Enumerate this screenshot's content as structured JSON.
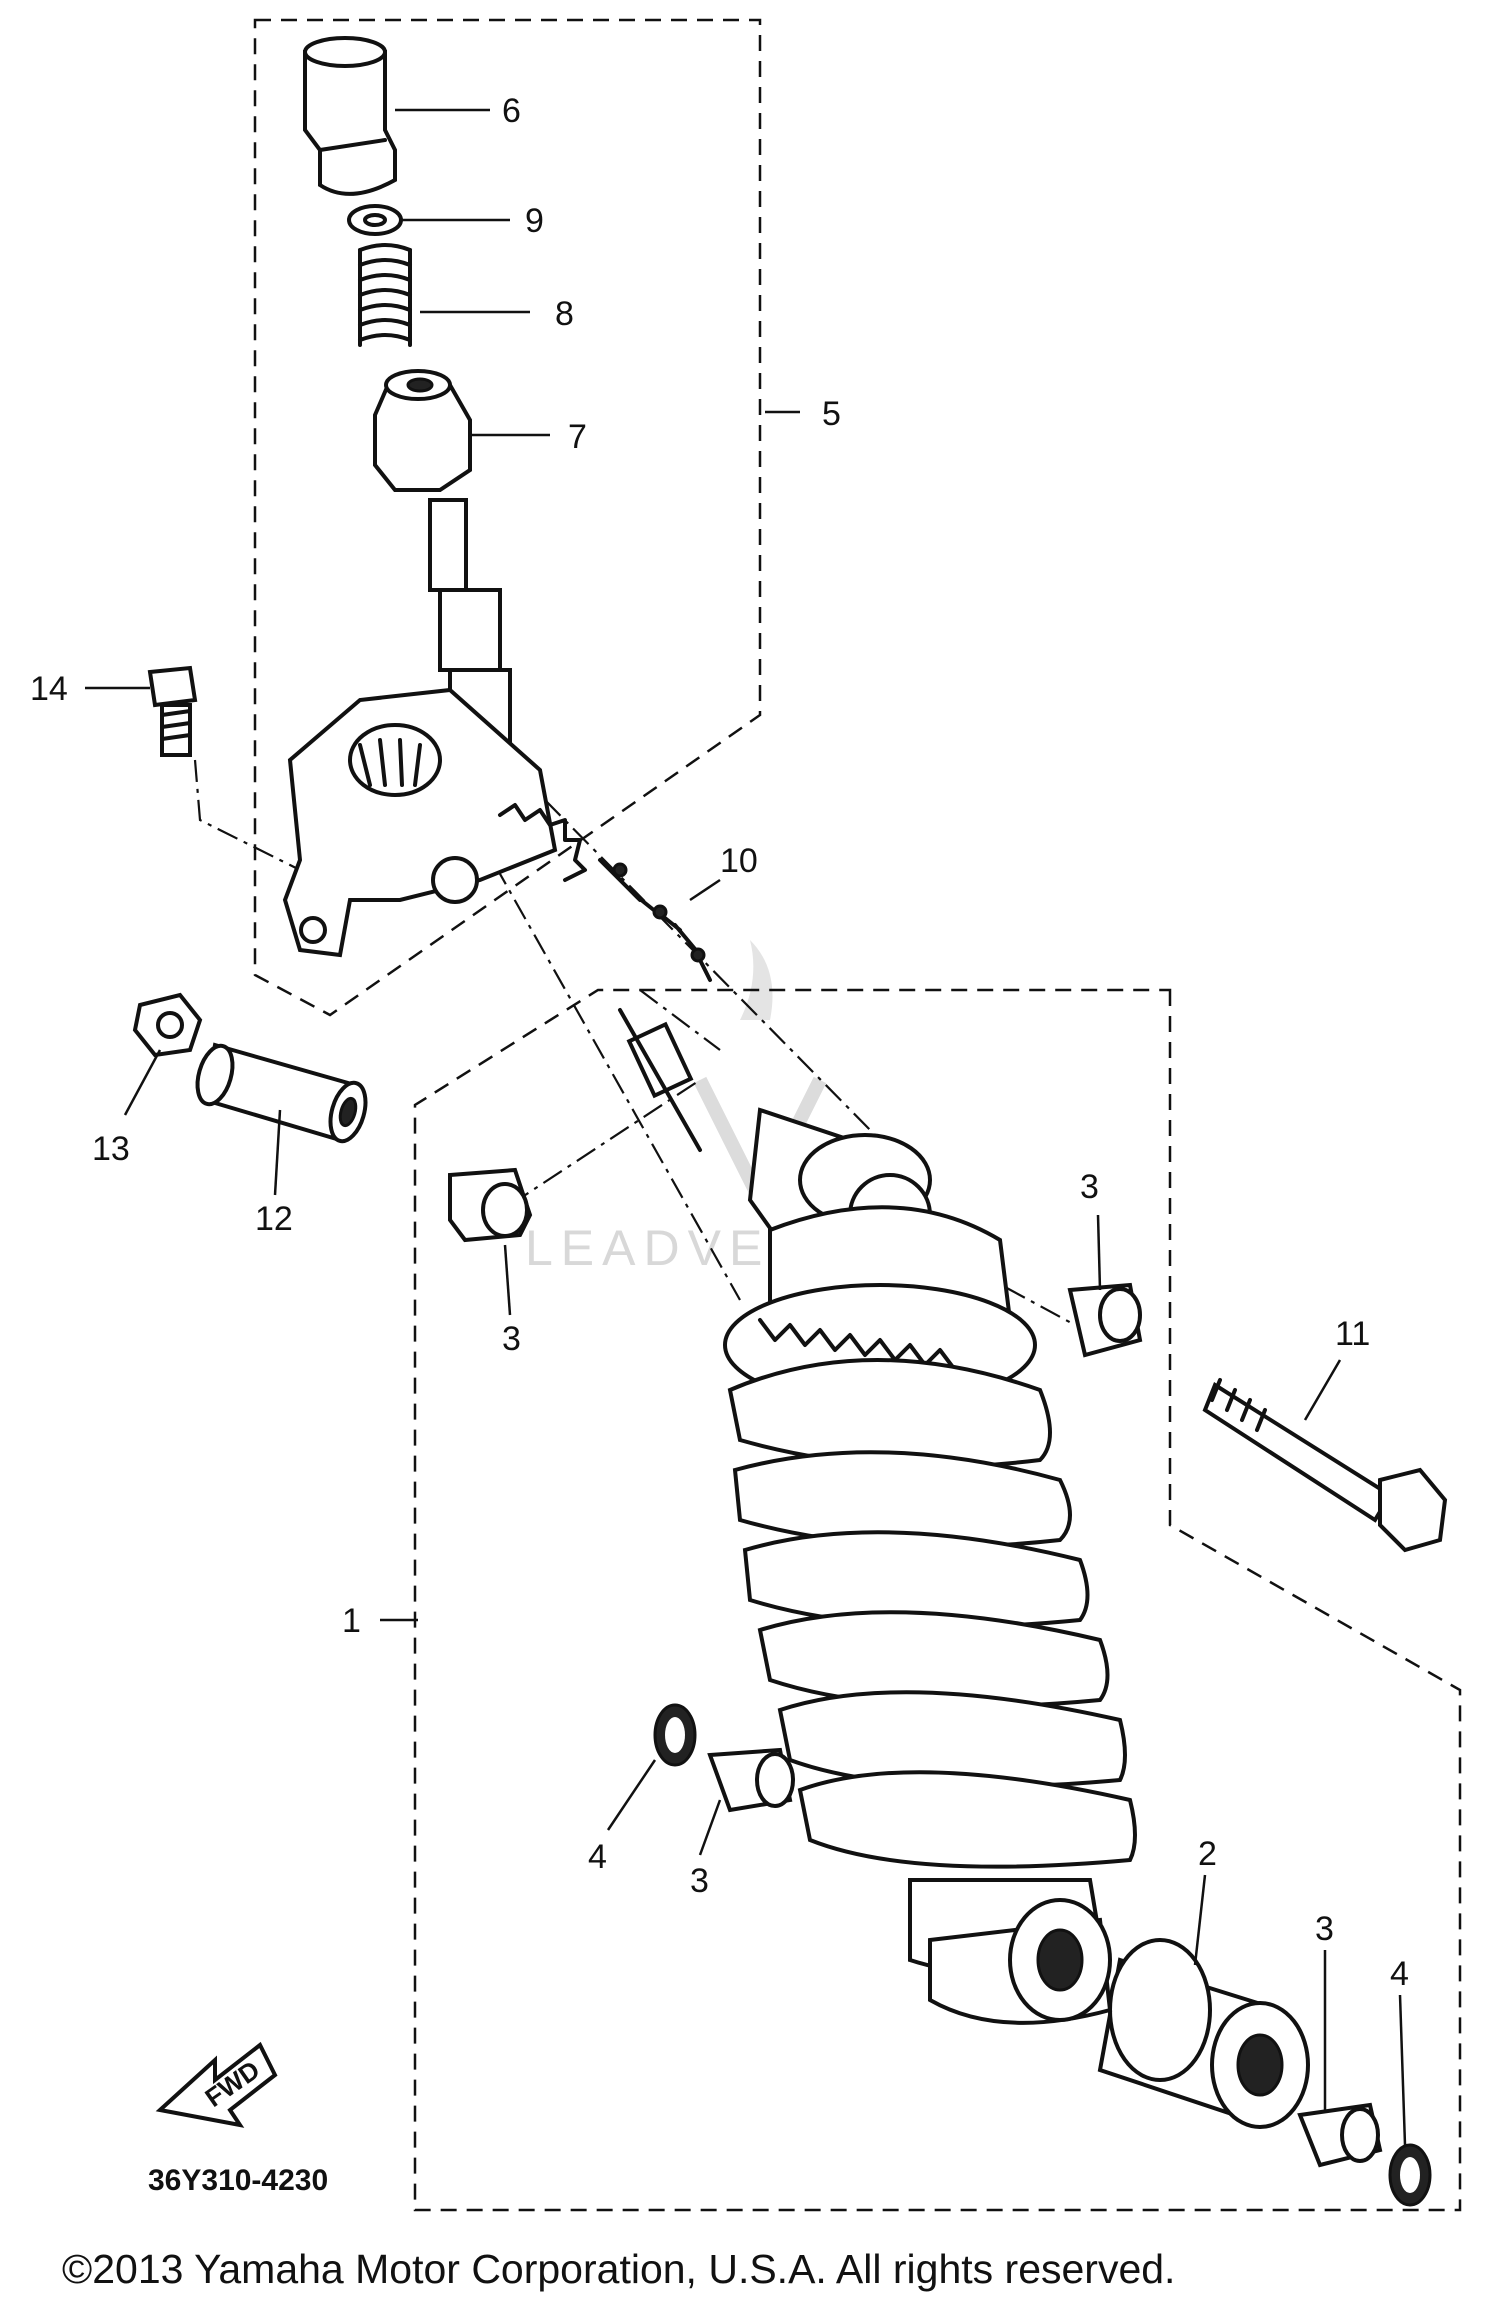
{
  "diagram": {
    "drawing_code": "36Y310-4230",
    "copyright": "©2013 Yamaha Motor Corporation, U.S.A. All rights reserved.",
    "watermark": "LEADVENTURE",
    "fwd_arrow_label": "FWD",
    "callouts": {
      "part_1": "1",
      "part_2": "2",
      "part_3a": "3",
      "part_3b": "3",
      "part_3c": "3",
      "part_3d": "3",
      "part_4a": "4",
      "part_4b": "4",
      "part_5": "5",
      "part_6": "6",
      "part_7": "7",
      "part_8": "8",
      "part_9": "9",
      "part_10": "10",
      "part_11": "11",
      "part_12": "12",
      "part_13": "13",
      "part_14": "14"
    }
  }
}
